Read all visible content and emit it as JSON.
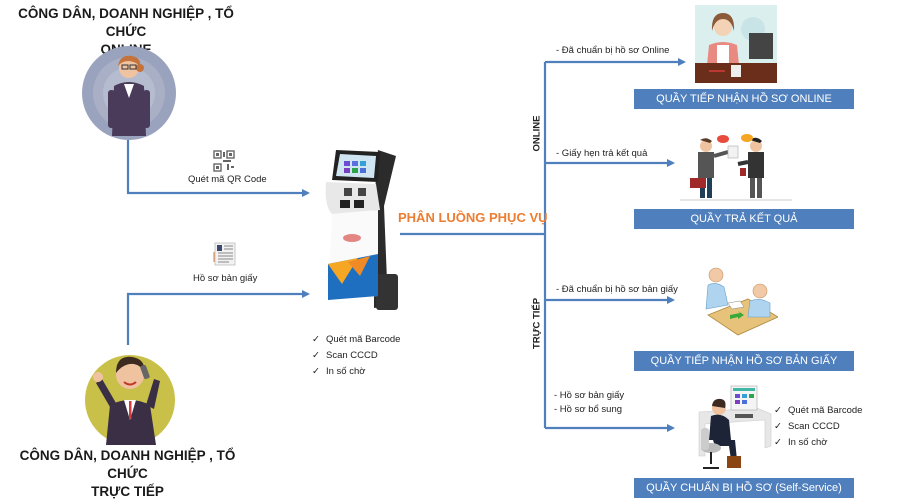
{
  "actors": {
    "online": {
      "title_line1": "CÔNG DÂN, DOANH NGHIỆP , TỔ CHỨC",
      "title_line2": "ONLINE",
      "icon": "businesswoman-avatar"
    },
    "direct": {
      "title_line1": "CÔNG DÂN, DOANH NGHIỆP , TỔ CHỨC",
      "title_line2": "TRỰC TIẾP",
      "icon": "businessman-phone-avatar"
    }
  },
  "inputs": {
    "qr": {
      "label": "Quét mã QR Code",
      "icon": "qr-code-icon"
    },
    "paper": {
      "label": "Hồ sơ bản giấy",
      "icon": "paper-document-icon"
    }
  },
  "kiosk": {
    "icon": "kiosk-icon",
    "features": [
      "Quét mã Barcode",
      "Scan CCCD",
      "In số chờ"
    ],
    "check_glyph": "✓"
  },
  "routing": {
    "title": "PHÂN LUỒNG PHỤC VỤ",
    "branch_online": "ONLINE",
    "branch_direct": "TRỰC TIẾP"
  },
  "counters": [
    {
      "edge_label": [
        "- Đã chuẩn bị hồ sơ Online"
      ],
      "title": "QUẦY TIẾP NHẬN HỒ SƠ ONLINE",
      "icon": "receptionist-icon"
    },
    {
      "edge_label": [
        "- Giấy hẹn trả  kết quả"
      ],
      "title": "QUẦY TRẢ KẾT QUẢ",
      "icon": "handshake-exchange-icon"
    },
    {
      "edge_label": [
        "- Đã chuẩn bị hồ sơ bản giấy"
      ],
      "title": "QUẦY TIẾP NHẬN HỒ SƠ BẢN GIẤY",
      "icon": "desk-meeting-icon"
    },
    {
      "edge_label": [
        "- Hồ sơ bản giấy",
        "- Hồ sơ bổ sung"
      ],
      "title": "QUẦY CHUẨN BỊ HỒ SƠ (Self-Service)",
      "icon": "self-service-workstation-icon",
      "features": [
        "Quét mã Barcode",
        "Scan CCCD",
        "In số chờ"
      ]
    }
  ],
  "colors": {
    "line": "#4f7fbd",
    "bar": "#4f7fbd",
    "accent": "#ed7d31",
    "online_circle": "#9aa3bd",
    "direct_circle": "#c9c04a"
  }
}
